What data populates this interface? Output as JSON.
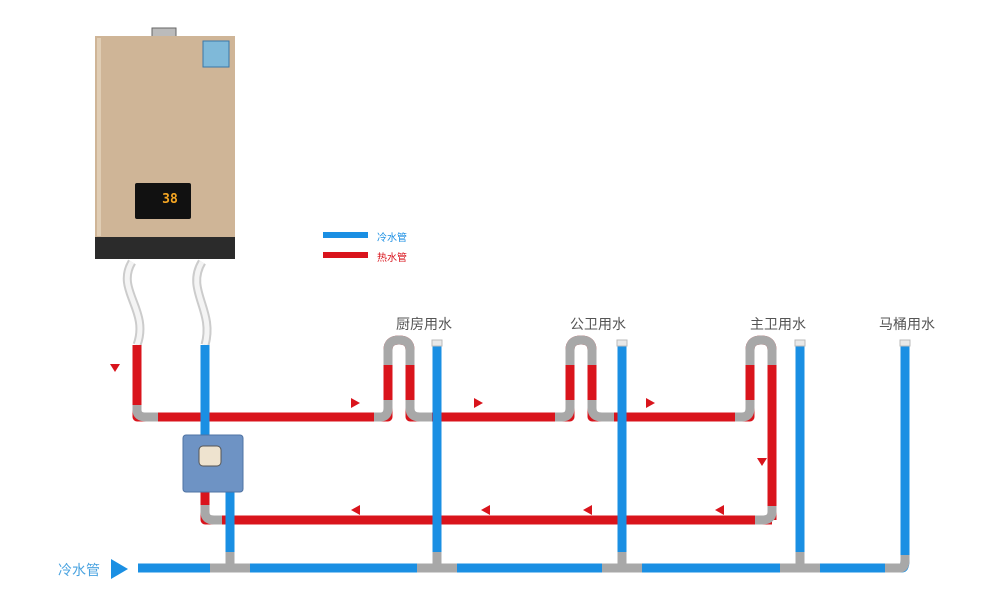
{
  "colors": {
    "cold": "#1a8fe3",
    "hot": "#d9141c",
    "joint": "#a8a8a8",
    "heater_body": "#cbb193",
    "heater_band": "#2b2b2b"
  },
  "legend": [
    {
      "label": "冷水管",
      "color": "#1a8fe3"
    },
    {
      "label": "热水管",
      "color": "#d9141c"
    }
  ],
  "heater": {
    "display_value": "38"
  },
  "outlets": [
    "厨房用水",
    "公卫用水",
    "主卫用水",
    "马桶用水"
  ],
  "inlet_label": "冷水管"
}
